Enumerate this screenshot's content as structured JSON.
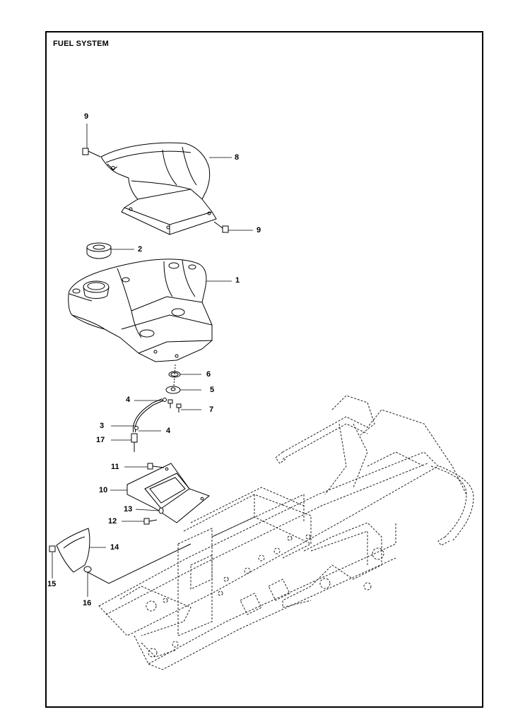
{
  "title": "FUEL SYSTEM",
  "callouts": {
    "c1": "1",
    "c2": "2",
    "c3": "3",
    "c4a": "4",
    "c4b": "4",
    "c5": "5",
    "c6": "6",
    "c7": "7",
    "c8": "8",
    "c9a": "9",
    "c9b": "9",
    "c10": "10",
    "c11": "11",
    "c12": "12",
    "c13": "13",
    "c14": "14",
    "c15": "15",
    "c16": "16",
    "c17": "17"
  },
  "colors": {
    "line": "#000000",
    "frame_dash": "#222222"
  }
}
